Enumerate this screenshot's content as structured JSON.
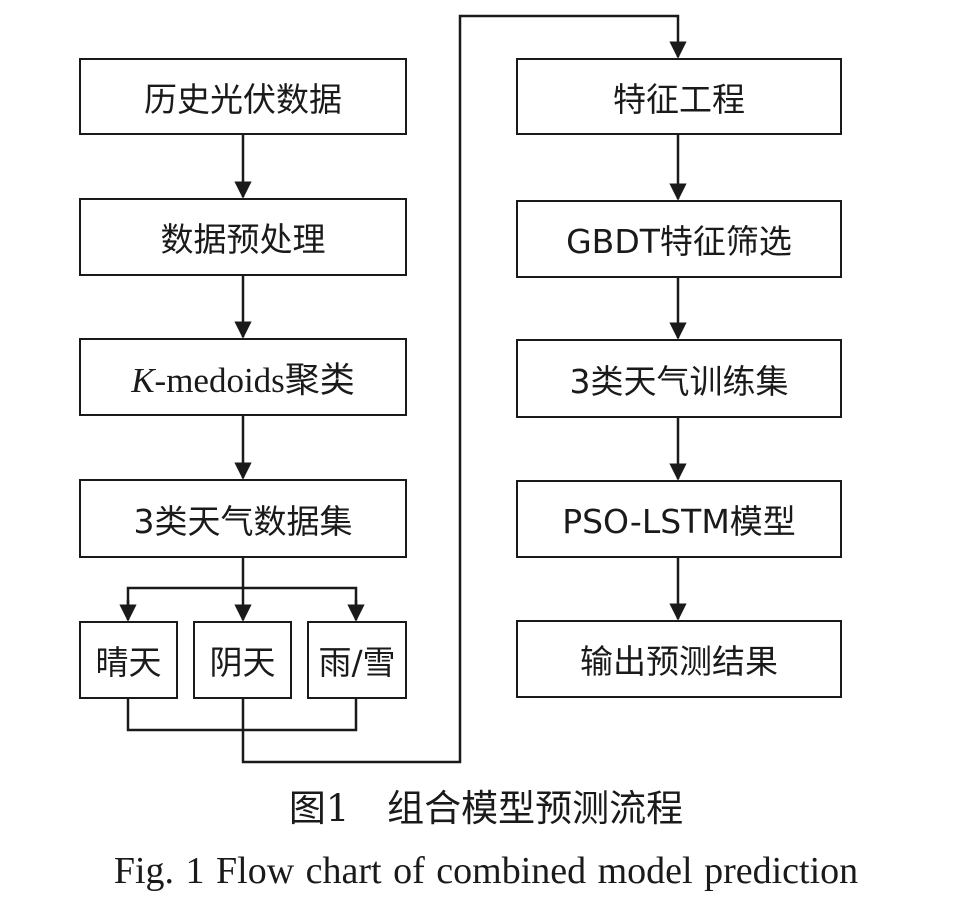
{
  "left_column": {
    "historical_pv_data": "历史光伏数据",
    "data_preprocessing": "数据预处理",
    "kmedoids_k": "K",
    "kmedoids_rest": "-medoids聚类",
    "weather_dataset": "3类天气数据集",
    "branches": {
      "sunny": "晴天",
      "cloudy": "阴天",
      "rain_snow": "雨/雪"
    }
  },
  "right_column": {
    "feature_engineering": "特征工程",
    "gbdt_selection": "GBDT特征筛选",
    "weather_training_sets": "3类天气训练集",
    "pso_lstm_model": "PSO-LSTM模型",
    "output_results": "输出预测结果"
  },
  "caption": {
    "chinese": "图1 组合模型预测流程",
    "english": "Fig. 1 Flow chart of combined model prediction"
  },
  "colors": {
    "line": "#1a1a1a",
    "background": "#ffffff"
  }
}
